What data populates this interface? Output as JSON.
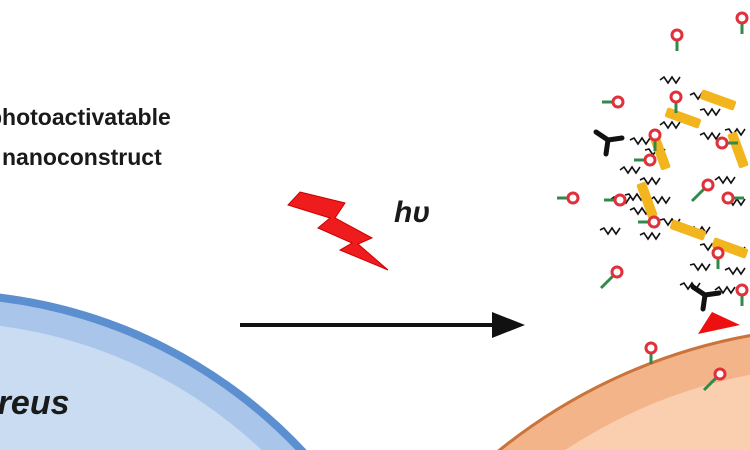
{
  "label_line1": "photoactivatable",
  "label_line2": "nanoconstruct",
  "light_symbol": "hυ",
  "bacterium_label": "aureus",
  "colors": {
    "bolt": "#ee1c1c",
    "bacterium_outer": "#5b8fd0",
    "bacterium_inner": "#c9dcf2",
    "cell_edge": "#c8743a",
    "cell_fill": "#f7c39e",
    "nanorod": "#f2b51e",
    "marker_head": "#e0303a",
    "marker_stem": "#2e8b4a"
  }
}
